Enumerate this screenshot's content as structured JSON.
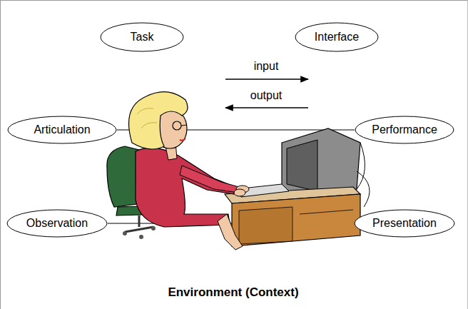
{
  "diagram": {
    "nodes": [
      {
        "text": [
          "Task"
        ]
      },
      {
        "text": [
          "Interface"
        ]
      },
      {
        "text": [
          "Articulation"
        ]
      },
      {
        "text": [
          "Performance"
        ]
      },
      {
        "text": [
          "Observation"
        ]
      },
      {
        "text": [
          "Presentation"
        ]
      }
    ],
    "edges": [
      {
        "from": 2,
        "to": 3,
        "arrow": "none"
      },
      {
        "from": 4,
        "to": 5,
        "arrow": "none"
      }
    ],
    "labels": [
      "input",
      "output",
      "Environment (Context)"
    ]
  }
}
